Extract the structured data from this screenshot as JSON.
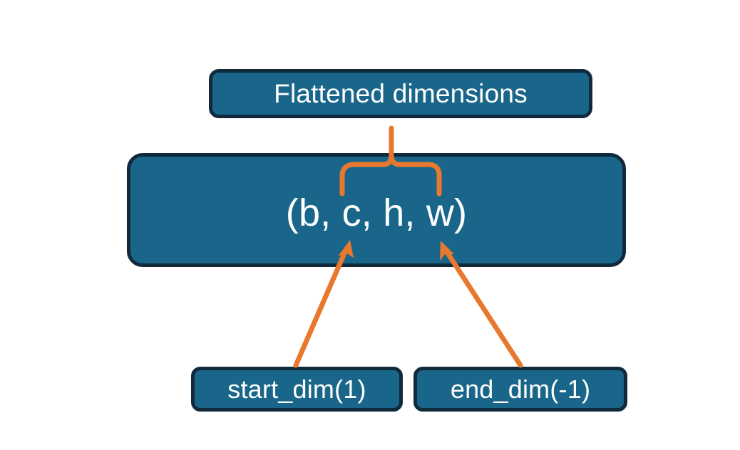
{
  "diagram": {
    "title_node": {
      "label": "Flattened dimensions",
      "name": "flattened-dimensions-node"
    },
    "shape_node": {
      "label": "(b, c, h, w)",
      "name": "tensor-shape-node",
      "dims": [
        "b",
        "c",
        "h",
        "w"
      ]
    },
    "argument_nodes": [
      {
        "label": "start_dim(1)",
        "name": "start-dim-node",
        "value": 1
      },
      {
        "label": "end_dim(-1)",
        "name": "end-dim-node",
        "value": -1
      }
    ],
    "connectors": {
      "brace": {
        "name": "curly-brace-connector",
        "spans_dims": [
          "c",
          "h",
          "w"
        ],
        "points_to": "Flattened dimensions"
      },
      "arrows": [
        {
          "name": "start-dim-arrow",
          "from": "start_dim(1)",
          "to": "c"
        },
        {
          "name": "end-dim-arrow",
          "from": "end_dim(-1)",
          "to": "w"
        }
      ]
    },
    "colors": {
      "node_fill": "#19668a",
      "node_border": "#102a3c",
      "node_text": "#ffffff",
      "accent": "#e8782e",
      "background": "#ffffff"
    }
  }
}
